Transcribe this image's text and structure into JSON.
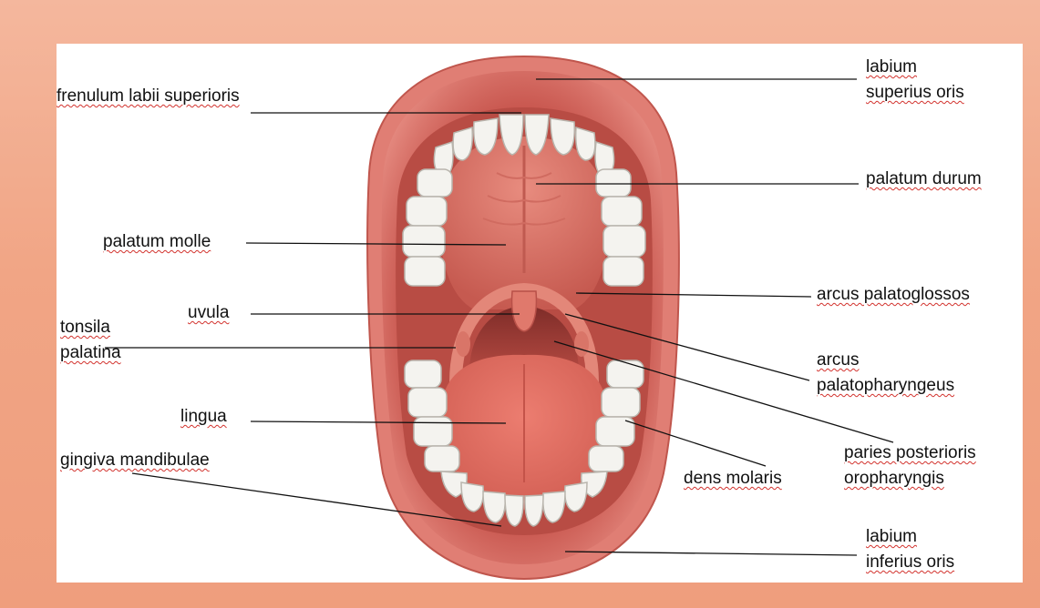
{
  "labels": {
    "frenulum_labii_superioris": "frenulum labii superioris",
    "labium_superius_oris_1": "labium",
    "labium_superius_oris_2": "superius oris",
    "palatum_durum": "palatum durum",
    "palatum_molle": "palatum molle",
    "arcus_palatoglossos": "arcus palatoglossos",
    "uvula": "uvula",
    "tonsila_palatina_1": "tonsila",
    "tonsila_palatina_2": "palatina",
    "arcus_palatopharyngeus_1": "arcus",
    "arcus_palatopharyngeus_2": "palatopharyngeus",
    "lingua": "lingua",
    "gingiva_mandibulae": "gingiva mandibulae",
    "paries_posterioris_1": "paries posterioris",
    "paries_posterioris_2": "oropharyngis",
    "dens_molaris": "dens molaris",
    "labium_inferius_oris_1": "labium",
    "labium_inferius_oris_2": "inferius oris"
  },
  "colors": {
    "background": "#f1a585",
    "canvas": "#ffffff",
    "lip": "#d9665c",
    "mouth_interior": "#c9574f",
    "palate": "#e0796c",
    "tongue": "#e0675c",
    "teeth": "#f2f2ef",
    "leader_line": "#111111"
  }
}
